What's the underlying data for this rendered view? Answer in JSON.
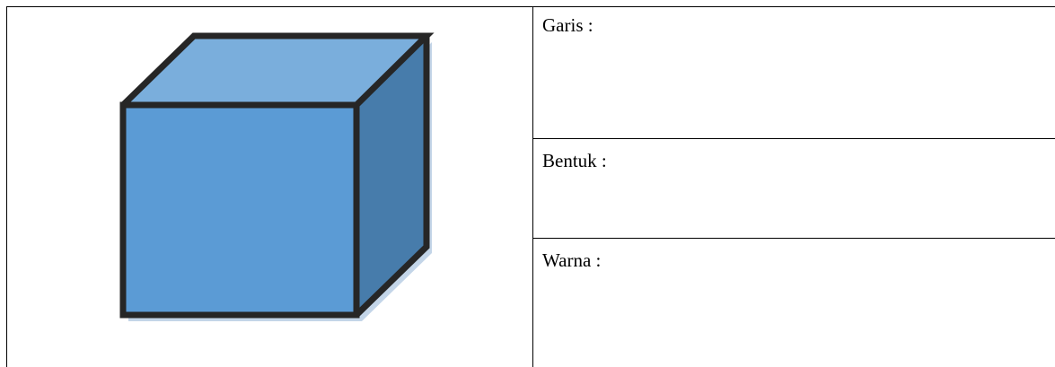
{
  "worksheet": {
    "fields": {
      "line_label": "Garis :",
      "shape_label": "Bentuk :",
      "color_label": "Warna :"
    },
    "illustration": {
      "icon": "cube-icon",
      "colors": {
        "front": "#5b9bd5",
        "top": "#7aaedc",
        "side": "#477cab",
        "outline": "#262626",
        "shadow": "#a9c3de"
      }
    }
  }
}
